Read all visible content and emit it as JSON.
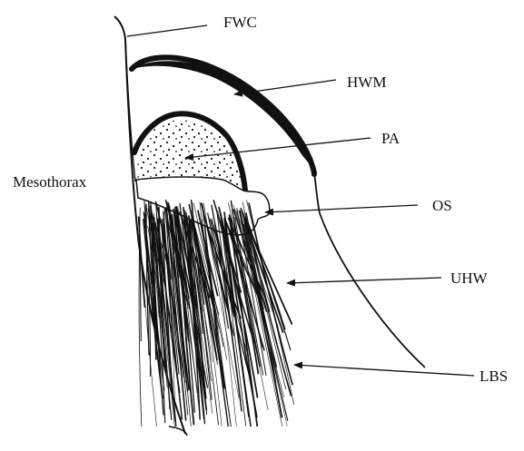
{
  "labels": {
    "fwc": "FWC",
    "hwm": "HWM",
    "pa": "PA",
    "os": "OS",
    "uhw": "UHW",
    "lbs": "LBS",
    "mesothorax": "Mesothorax"
  },
  "colors": {
    "ink": "#111111",
    "background": "#ffffff"
  }
}
